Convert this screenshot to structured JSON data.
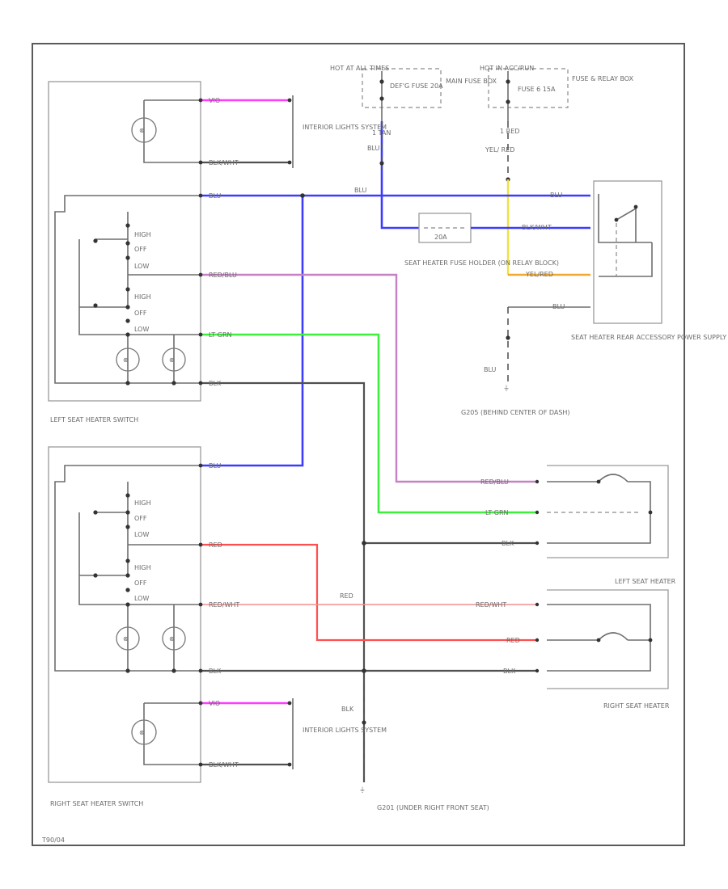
{
  "labels": {
    "hot_at_all_times": "HOT AT ALL TIMES",
    "hot_in_acc_run": "HOT IN ACC/RUN",
    "fuse_def": "DEF'G FUSE 20A",
    "main_fuse_box": "MAIN FUSE BOX",
    "fuse_6": "FUSE 6 15A",
    "fuse_relay_box": "FUSE & RELAY BOX",
    "wire_tan": "1 TAN",
    "wire_blu_a": "BLU",
    "wire_red": "1 RED",
    "wire_yel_red": "YEL/ RED",
    "ext_lights_1": "INTERIOR LIGHTS SYSTEM",
    "ext_lights_2": "INTERIOR LIGHTS SYSTEM",
    "fuse_holder": "SEAT HEATER FUSE HOLDER (ON RELAY BLOCK)",
    "fuse_holder_rating": "20A",
    "relay_name": "SEAT HEATER REAR ACCESSORY POWER SUPPLY RELAY (LEFT SIDE OF DASH)",
    "wire_blu_relay": "BLU",
    "wire_blu_g": "BLU",
    "ground_g205": "G205 (BEHIND CENTER OF DASH)",
    "ground_g201": "G201 (UNDER RIGHT FRONT SEAT)",
    "left_switch": "LEFT SEAT HEATER SWITCH",
    "right_switch": "RIGHT SEAT HEATER SWITCH",
    "left_heater": "LEFT SEAT HEATER",
    "right_heater": "RIGHT SEAT HEATER",
    "pos_high": "HIGH",
    "pos_off": "OFF",
    "pos_low": "LOW",
    "wire_vio": "VIO",
    "wire_blkwht": "BLK/WHT",
    "wire_blu": "BLU",
    "wire_redblu": "RED/BLU",
    "wire_ltgrn": "LT GRN",
    "wire_blk": "BLK",
    "wire_redwht": "RED/WHT",
    "wire_red_sw": "RED",
    "wire_yelred": "YEL/RED",
    "wire_blk_ground": "BLK",
    "wire_red_mid": "RED",
    "diagram_code": "T90/04"
  }
}
